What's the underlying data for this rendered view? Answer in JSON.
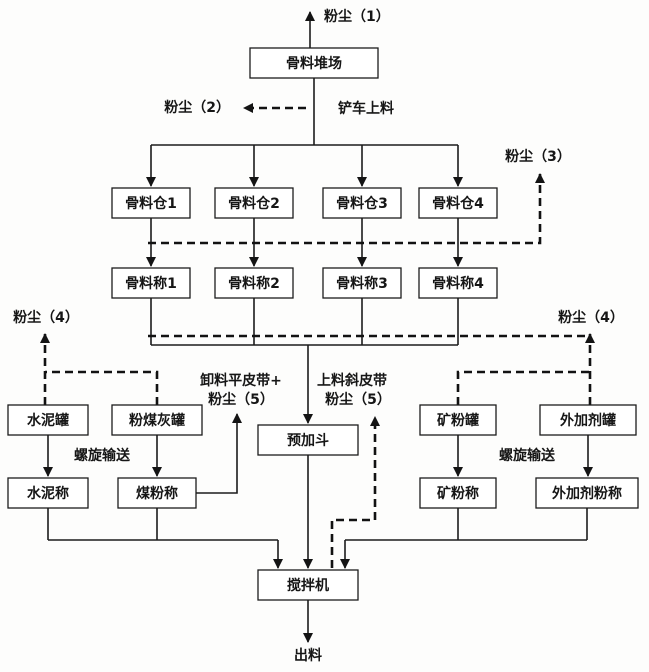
{
  "diagram": {
    "boxes": {
      "stockpile": "骨料堆场",
      "bin1": "骨料仓1",
      "bin2": "骨料仓2",
      "bin3": "骨料仓3",
      "bin4": "骨料仓4",
      "agg_scale1": "骨料称1",
      "agg_scale2": "骨料称2",
      "agg_scale3": "骨料称3",
      "agg_scale4": "骨料称4",
      "cement_tank": "水泥罐",
      "flyash_tank": "粉煤灰罐",
      "prehopper": "预加斗",
      "mineral_tank": "矿粉罐",
      "admixture_tank": "外加剂罐",
      "cement_scale": "水泥称",
      "coal_scale": "煤粉称",
      "mineral_scale": "矿粉称",
      "admixture_scale": "外加剂粉称",
      "mixer": "搅拌机"
    },
    "labels": {
      "dust1": "粉尘（1）",
      "dust2": "粉尘（2）",
      "dust3": "粉尘（3）",
      "dust4_left": "粉尘（4）",
      "dust4_right": "粉尘（4）",
      "loader_feed": "铲车上料",
      "screw_conveyor_left": "螺旋输送",
      "screw_conveyor_right": "螺旋输送",
      "flat_belt_line1": "卸料平皮带+",
      "flat_belt_line2": "粉尘（5）",
      "incline_belt_line1": "上料斜皮带",
      "incline_belt_line2": "粉尘（5）",
      "discharge": "出料"
    },
    "colors": {
      "line": "#1c1c1c",
      "background": "#fdfdfc"
    }
  }
}
